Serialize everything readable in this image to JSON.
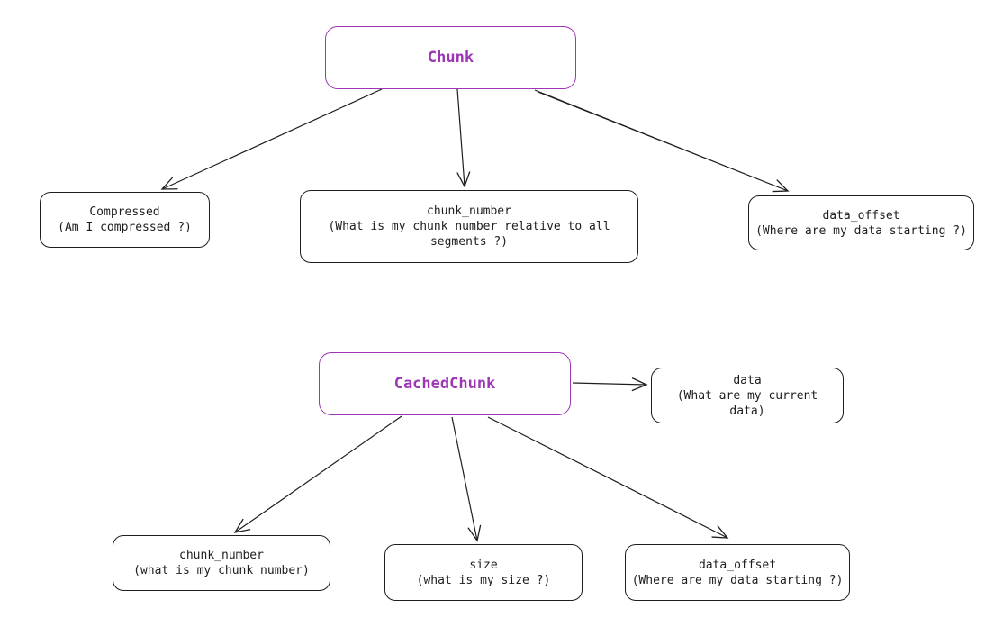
{
  "colors": {
    "accent": "#9c36b5",
    "stroke": "#1e1e1e",
    "background": "#ffffff"
  },
  "chunk": {
    "title": "Chunk",
    "compressed": {
      "name": "Compressed",
      "desc": "(Am I compressed ?)"
    },
    "chunk_number": {
      "name": "chunk_number",
      "desc": "(What is my chunk number relative to all segments ?)"
    },
    "data_offset": {
      "name": "data_offset",
      "desc": "(Where are my data starting ?)"
    }
  },
  "cached_chunk": {
    "title": "CachedChunk",
    "data": {
      "name": "data",
      "desc": "(What are my current data)"
    },
    "chunk_number": {
      "name": "chunk_number",
      "desc": "(what is my chunk number)"
    },
    "size": {
      "name": "size",
      "desc": "(what is my size ?)"
    },
    "data_offset": {
      "name": "data_offset",
      "desc": "(Where are my data starting ?)"
    }
  }
}
